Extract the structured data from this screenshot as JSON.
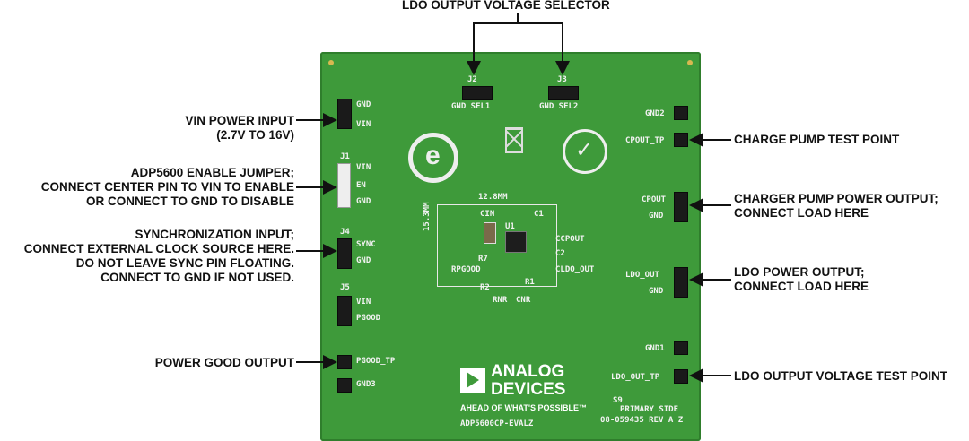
{
  "title": "LDO OUTPUT VOLTAGE SELECTOR",
  "callouts_left": [
    [
      "VIN POWER INPUT",
      "(2.7V TO 16V)"
    ],
    [
      "ADP5600 ENABLE JUMPER;",
      "CONNECT CENTER PIN TO VIN TO ENABLE",
      "OR CONNECT TO GND TO DISABLE"
    ],
    [
      "SYNCHRONIZATION INPUT;",
      "CONNECT EXTERNAL CLOCK SOURCE HERE.",
      "DO NOT LEAVE SYNC PIN FLOATING.",
      "CONNECT TO GND IF NOT USED."
    ],
    [
      "POWER GOOD OUTPUT"
    ]
  ],
  "callouts_right": [
    [
      "CHARGE PUMP TEST POINT"
    ],
    [
      "CHARGER PUMP POWER OUTPUT;",
      "CONNECT LOAD HERE"
    ],
    [
      "LDO POWER OUTPUT;",
      "CONNECT LOAD HERE"
    ],
    [
      "LDO OUTPUT VOLTAGE TEST POINT"
    ]
  ],
  "silkscreen": {
    "gnd": "GND",
    "vin": "VIN",
    "j1": "J1",
    "en": "EN",
    "j4": "J4",
    "sync": "SYNC",
    "j5": "J5",
    "pgood": "PGOOD",
    "pgood_tp": "PGOOD_TP",
    "gnd3": "GND3",
    "j2": "J2",
    "j3": "J3",
    "gnd_sel1": "GND SEL1",
    "gnd_sel2": "GND SEL2",
    "gnd2": "GND2",
    "cpout_tp": "CPOUT_TP",
    "cpout": "CPOUT",
    "ldo_out": "LDO_OUT",
    "gnd1": "GND1",
    "ldo_out_tp": "LDO_OUT_TP",
    "cin": "CIN",
    "c1": "C1",
    "c2": "C2",
    "u1": "U1",
    "ccpout": "CCPOUT",
    "cldo_out": "CLDO_OUT",
    "rpgood": "RPGOOD",
    "r1": "R1",
    "r2": "R2",
    "r7": "R7",
    "rnr": "RNR",
    "cnr": "CNR",
    "dim_h": "12.8MM",
    "dim_v": "15.3MM",
    "primary_side": "PRIMARY SIDE",
    "rev": "08-059435 REV A Z",
    "eval": "ADP5600CP-EVALZ",
    "s9": "S9"
  },
  "logo": {
    "line1": "ANALOG",
    "line2": "DEVICES",
    "tagline": "AHEAD OF WHAT'S POSSIBLE™"
  },
  "colors": {
    "pcb": "#3e9a3a",
    "silkscreen": "#f2f2f2",
    "header": "#1a1a1a"
  },
  "icons": [
    "e-recycle-icon",
    "weee-bin-icon",
    "rohs-compliant-icon"
  ]
}
